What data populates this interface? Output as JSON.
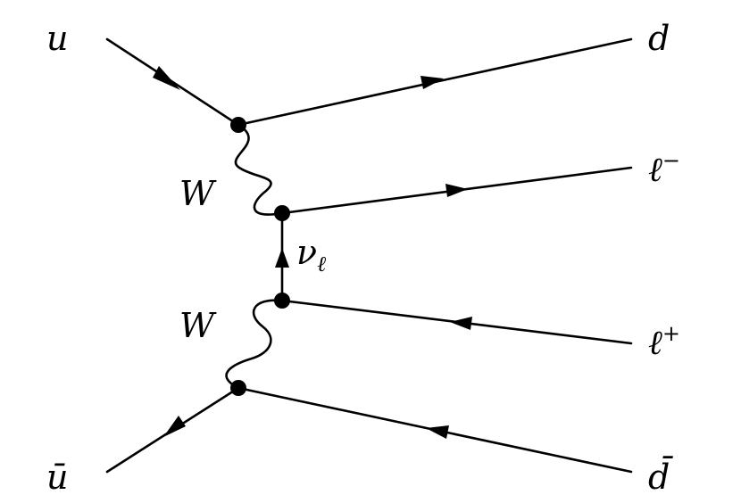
{
  "labels": {
    "u": "u",
    "ubar": "ū",
    "d": "d",
    "dbar": "d̄",
    "lepton_minus": "ℓ",
    "lepton_minus_charge": "−",
    "lepton_plus": "ℓ",
    "lepton_plus_charge": "+",
    "neutrino": "ν",
    "neutrino_subscript": "ℓ",
    "w_upper": "W",
    "w_lower": "W"
  }
}
